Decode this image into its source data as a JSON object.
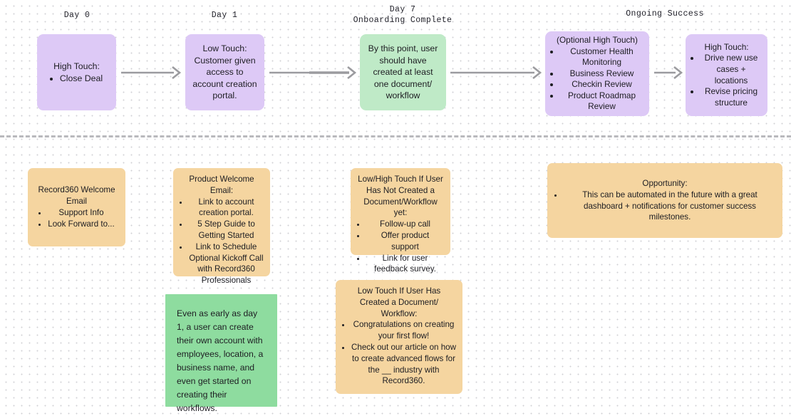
{
  "board": {
    "title": "Customer Onboarding Journey",
    "background": "#ffffff",
    "dot_grid_color": "#d2d2d6",
    "divider_color": "#b9b9bd",
    "arrow_color": "#9b9b9f",
    "colors": {
      "purple": "#ddc9f6",
      "light_green": "#bfeac7",
      "green": "#8edc9f",
      "orange": "#f5d5a0"
    }
  },
  "phase_labels": [
    {
      "id": "day-0",
      "text": "Day 0"
    },
    {
      "id": "day-1",
      "text": "Day 1"
    },
    {
      "id": "day-7",
      "text": "Day 7\nOnboarding Complete"
    },
    {
      "id": "ongoing-success",
      "text": "Ongoing Success"
    }
  ],
  "flow_nodes": [
    {
      "id": "close-deal",
      "color": "purple",
      "heading": "High Touch:",
      "bullets": [
        "Close Deal"
      ]
    },
    {
      "id": "account-access",
      "color": "purple",
      "heading": "Low Touch:\nCustomer given access to account creation portal.",
      "bullets": []
    },
    {
      "id": "onboarding-complete",
      "color": "light_green",
      "heading": "By this point, user should have created at least one document/ workflow",
      "bullets": []
    },
    {
      "id": "optional-high-touch",
      "color": "purple",
      "heading": "(Optional High Touch)",
      "bullets": [
        "Customer Health Monitoring",
        "Business Review",
        "Checkin Review",
        "Product Roadmap Review"
      ]
    },
    {
      "id": "expansion",
      "color": "purple",
      "heading": "High Touch:",
      "bullets": [
        "Drive new use cases + locations",
        "Revise pricing structure"
      ]
    }
  ],
  "notes": [
    {
      "id": "record360-welcome-email",
      "color": "orange",
      "heading": "Record360 Welcome Email",
      "bullets": [
        "Support Info",
        "Look Forward to..."
      ]
    },
    {
      "id": "product-welcome-email",
      "color": "orange",
      "heading": "Product Welcome Email:",
      "bullets": [
        "Link to account creation portal.",
        "5 Step Guide to Getting Started",
        "Link to Schedule Optional Kickoff Call with Record360 Professionals"
      ]
    },
    {
      "id": "not-created-yet",
      "color": "orange",
      "heading": "Low/High Touch\nIf User Has Not Created a Document/Workflow yet:",
      "bullets": [
        "Follow-up call",
        "Offer product support",
        "Link for user feedback survey."
      ]
    },
    {
      "id": "opportunity",
      "color": "orange",
      "heading": "Opportunity:",
      "bullets": [
        "This can be automated in the future with a great dashboard + notifications for customer success milestones."
      ]
    },
    {
      "id": "early-self-serve",
      "color": "green",
      "heading": "Even as early as day 1, a user can create their own account with employees, location, a business name, and even get started on creating their workflows.",
      "bullets": []
    },
    {
      "id": "has-created",
      "color": "orange",
      "heading": "Low Touch\nIf User Has Created a Document/ Workflow:",
      "bullets": [
        "Congratulations on creating your first flow!",
        "Check out our article on how to create advanced flows for the __ industry with Record360."
      ]
    }
  ],
  "arrows": [
    {
      "id": "arrow-day0-day1"
    },
    {
      "id": "arrow-day1-day7"
    },
    {
      "id": "arrow-day7-ongoing"
    },
    {
      "id": "arrow-ongoing-expansion"
    }
  ]
}
